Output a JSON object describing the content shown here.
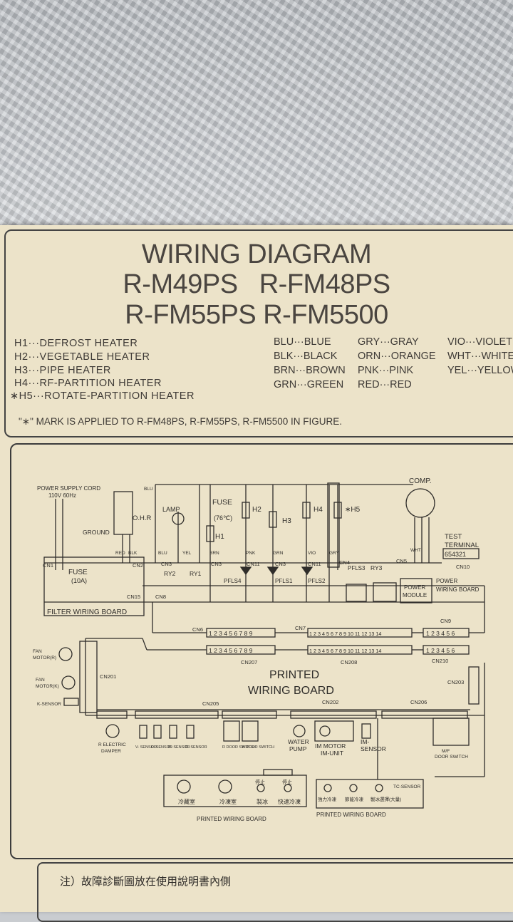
{
  "header": {
    "title": "WIRING DIAGRAM",
    "models_line1": "R-M49PS   R-FM48PS",
    "models_line2": "R-FM55PS R-FM5500"
  },
  "heaters": [
    "H1···DEFROST HEATER",
    "H2···VEGETABLE HEATER",
    "H3···PIPE HEATER",
    "H4···RF-PARTITION HEATER",
    "∗H5···ROTATE-PARTITION HEATER"
  ],
  "colors_col1": [
    "BLU···BLUE",
    "BLK···BLACK",
    "BRN···BROWN",
    "GRN···GREEN"
  ],
  "colors_col2": [
    "GRY···GRAY",
    "ORN···ORANGE",
    "PNK···PINK",
    "RED···RED"
  ],
  "colors_col3": [
    "VIO···VIOLET",
    "WHT···WHITE",
    "YEL···YELLOW"
  ],
  "note": "\"∗\" MARK IS APPLIED TO R-FM48PS, R-FM55PS, R-FM5500 IN FIGURE.",
  "diagram": {
    "power_cord": "POWER SUPPLY CORD",
    "power_spec": "110V 60Hz",
    "ground": "GROUND",
    "fuse_main": "FUSE",
    "fuse_main_rating": "(10A)",
    "ohr": "O.H.R",
    "lamp": "LAMP",
    "fuse_thermal": "FUSE",
    "fuse_thermal_rating": "(76℃)",
    "h1": "H1",
    "h2": "H2",
    "h3": "H3",
    "h4": "H4",
    "h5": "∗H5",
    "comp": "COMP.",
    "test_terminal_1": "TEST",
    "test_terminal_2": "TERMINAL",
    "test_pins": "654321",
    "filter_board": "FILTER WIRING BOARD",
    "power_module_1": "POWER",
    "power_module_2": "MODULE",
    "power_board_1": "POWER",
    "power_board_2": "WIRING BOARD",
    "ry1": "RY1",
    "ry2": "RY2",
    "ry3": "RY3",
    "pfls1": "PFLS1",
    "pfls2": "PFLS2",
    "pfls3": "PFLS3",
    "pfls4": "PFLS4",
    "wire_blu": "BLU",
    "wire_yel": "YEL",
    "wire_brn": "BRN",
    "wire_pnk": "PNK",
    "wire_grn": "GRN",
    "wire_vio": "VIO",
    "wire_gry": "GRY",
    "wire_red": "RED",
    "wire_blk": "BLK",
    "wire_wht": "WHT",
    "cn1": "CN1",
    "cn2": "CN2",
    "cn3": "CN3",
    "cn4": "CN4",
    "cn5": "CN5",
    "cn6": "CN6",
    "cn7": "CN7",
    "cn8": "CN8",
    "cn9": "CN9",
    "cn10": "CN10",
    "cn11": "CN11",
    "cn15": "CN15",
    "cn201": "CN201",
    "cn202": "CN202",
    "cn203": "CN203",
    "cn205": "CN205",
    "cn206": "CN206",
    "cn207": "CN207",
    "cn208": "CN208",
    "cn210": "CN210",
    "pins_1_9": "1 2 3 4 5 6 7 8 9",
    "pins_1_14": "1 2 3 4 5 6 7 8 9 10 11 12 13 14",
    "pins_1_6": "1 2 3 4 5 6",
    "pcb_1": "PRINTED",
    "pcb_2": "WIRING BOARD",
    "fan_r_1": "FAN",
    "fan_r_2": "MOTOR(R)",
    "fan_k_1": "FAN",
    "fan_k_2": "MOTOR(K)",
    "k_sensor": "K-SENSOR",
    "damper_1": "R ELECTRIC",
    "damper_2": "DAMPER",
    "sensor_v": "V-\nSENSOR",
    "sensor_f": "F-\nSENSOR",
    "sensor_r": "R-\nSENSOR",
    "sensor_d": "D-\nSENSOR",
    "r_door": "R DOOR\nSWITCH",
    "k_door": "K DOOR\nSWITCH",
    "water_pump_1": "WATER",
    "water_pump_2": "PUMP",
    "im_motor_1": "IM MOTOR",
    "im_motor_2": "IM-UNIT",
    "im_sensor_1": "IM-",
    "im_sensor_2": "SENSOR",
    "mf_door_1": "M/F",
    "mf_door_2": "DOOR SWITCH",
    "pcb_small_1": "PRINTED WIRING BOARD",
    "pcb_small_2": "PRINTED WIRING BOARD",
    "btn_1": "冷藏室",
    "btn_2": "冷凍室",
    "btn_3": "製冰",
    "btn_4": "快速冷凍",
    "btn_5": "強力冷凍",
    "btn_6": "節能冷凍",
    "btn_7": "製冰選擇(大量)",
    "tc_sensor": "TC-SENSOR",
    "stop_1": "停止",
    "stop_2": "停止"
  },
  "footer": "注）故障診斷圖放在使用說明書內側"
}
